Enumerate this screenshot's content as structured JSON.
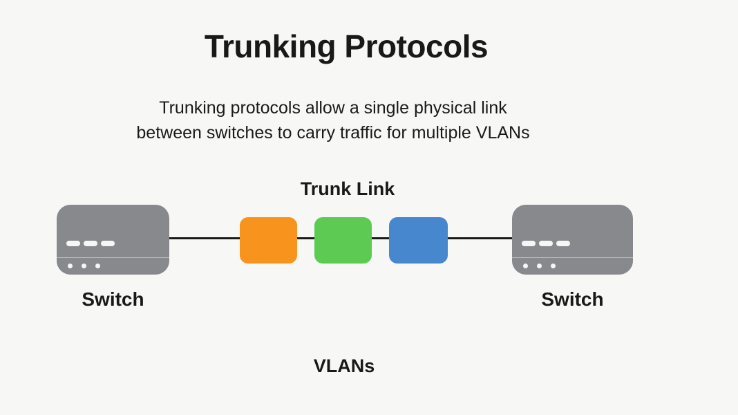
{
  "page": {
    "background_color": "#f7f7f6",
    "text_color": "#191919"
  },
  "header": {
    "title": "Trunking Protocols",
    "subtitle_lines": [
      "Trunking protocols allow a single physical link",
      "between switches to carry traffic for multiple VLANs"
    ]
  },
  "diagram": {
    "trunk_link_label": "Trunk Link",
    "link_color": "#1a1a1a",
    "switches": [
      {
        "label": "Switch",
        "color": "#87898c"
      },
      {
        "label": "Switch",
        "color": "#87898c"
      }
    ],
    "vlan_boxes": [
      {
        "name": "orange",
        "color": "#f8941e"
      },
      {
        "name": "green",
        "color": "#5dcb53"
      },
      {
        "name": "blue",
        "color": "#4787ce"
      }
    ],
    "vlans_label": "VLANs"
  }
}
